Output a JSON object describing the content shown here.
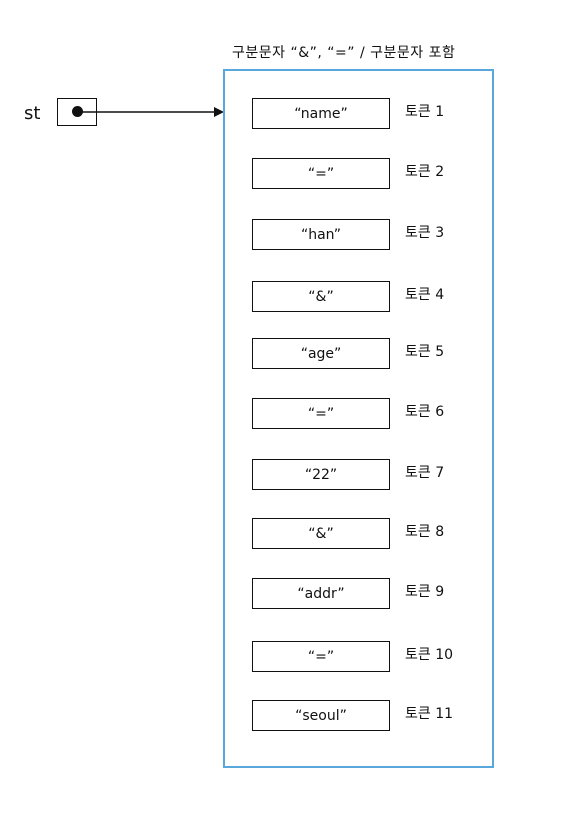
{
  "header": {
    "label": "구분문자 “&”, “=” / 구분문자 포함"
  },
  "variable": {
    "name": "st"
  },
  "colors": {
    "container_border": "#5aa7dc",
    "ink": "#111111"
  },
  "tokens": [
    {
      "value": "“name”",
      "label": "토큰 1"
    },
    {
      "value": "“=”",
      "label": "토큰 2"
    },
    {
      "value": "“han”",
      "label": "토큰 3"
    },
    {
      "value": "“&”",
      "label": "토큰 4"
    },
    {
      "value": "“age”",
      "label": "토큰 5"
    },
    {
      "value": "“=”",
      "label": "토큰 6"
    },
    {
      "value": "“22”",
      "label": "토큰 7"
    },
    {
      "value": "“&”",
      "label": "토큰 8"
    },
    {
      "value": "“addr”",
      "label": "토큰 9"
    },
    {
      "value": "“=”",
      "label": "토큰 10"
    },
    {
      "value": "“seoul”",
      "label": "토큰 11"
    }
  ]
}
